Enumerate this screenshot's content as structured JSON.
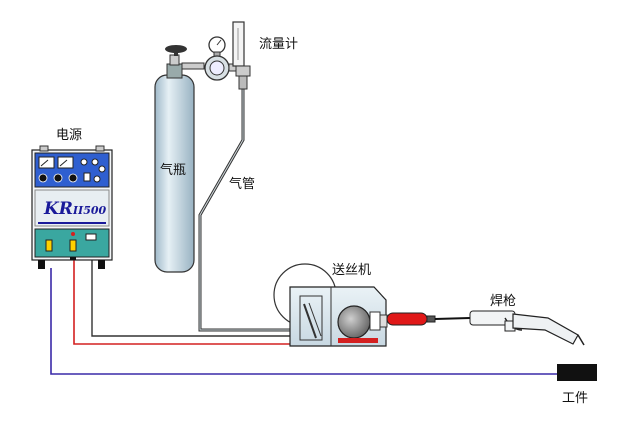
{
  "labels": {
    "flowmeter": "流量计",
    "power_source": "电源",
    "gas_cylinder": "气瓶",
    "gas_hose": "气管",
    "wire_feeder": "送丝机",
    "welding_gun": "焊枪",
    "workpiece": "工件"
  },
  "power_source": {
    "model_prefix": "KR",
    "model_suffix": "II500"
  },
  "colors": {
    "panel_blue": "#2f5fd0",
    "panel_teal": "#3aa7a0",
    "cable_blue": "#3a2aa8",
    "cable_red": "#d42020",
    "cable_black": "#333333",
    "gun_red": "#e01818"
  }
}
